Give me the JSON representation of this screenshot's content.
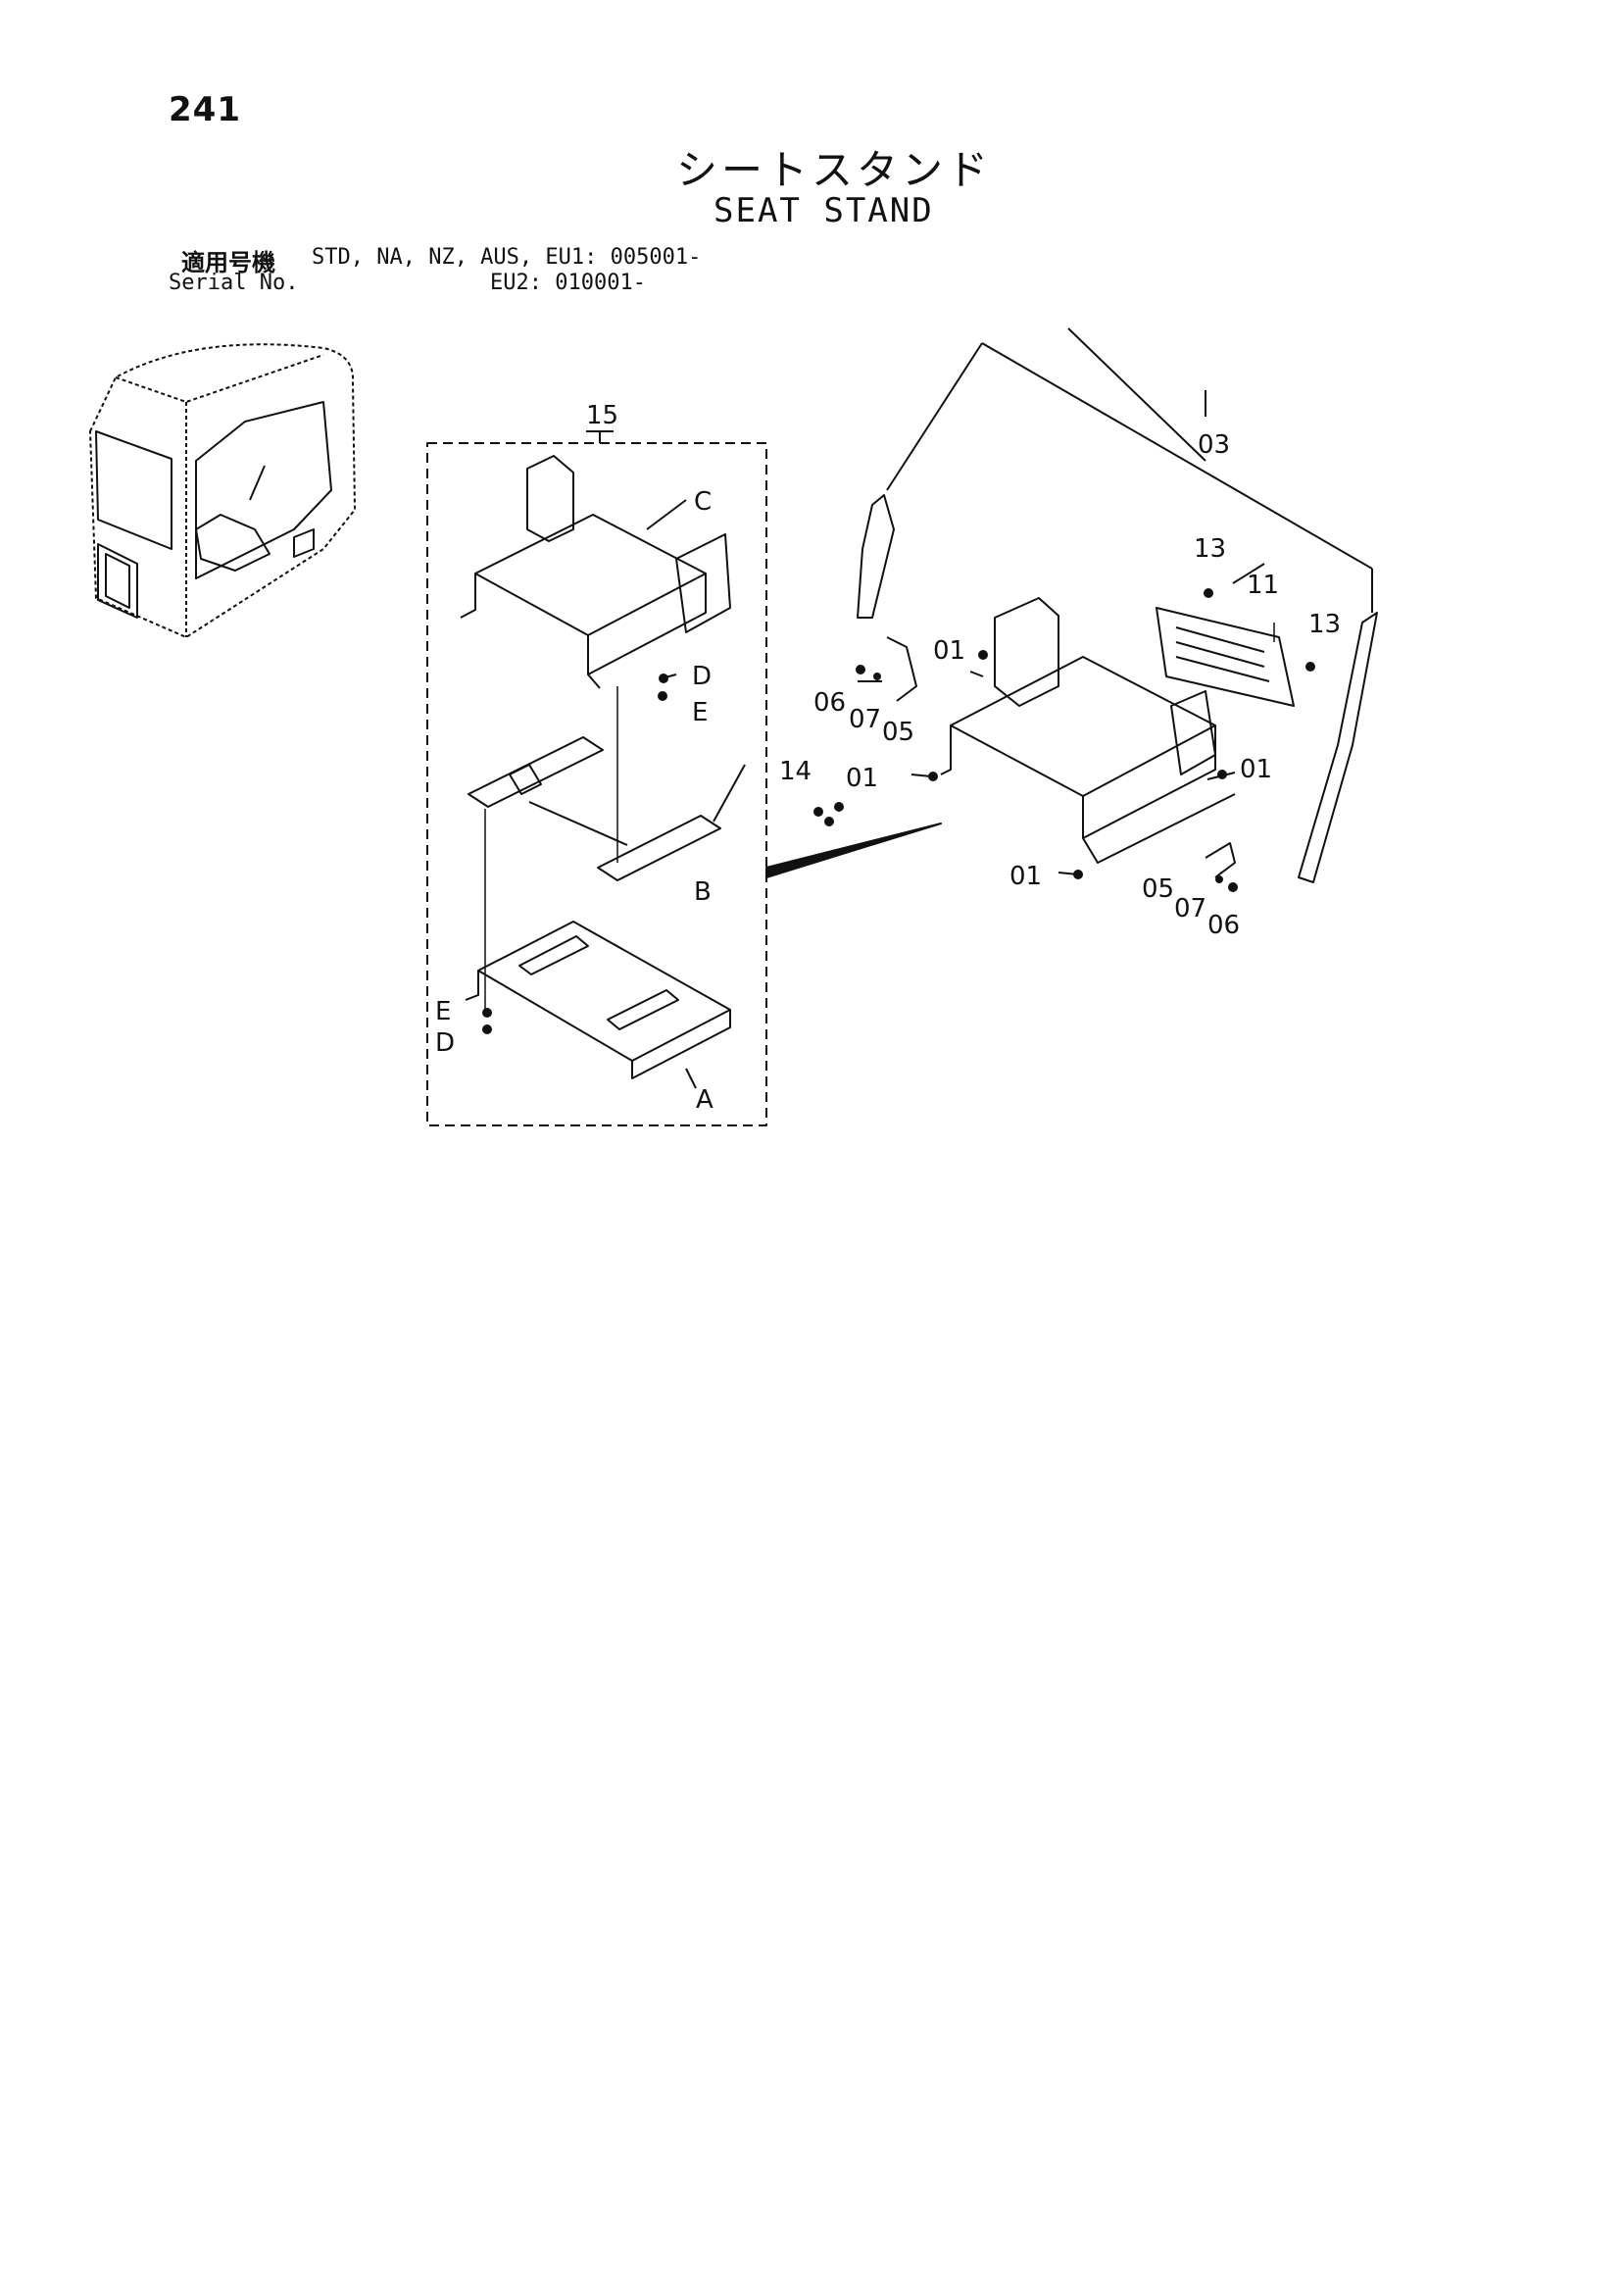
{
  "page_number": "241",
  "title_jp": "シートスタンド",
  "title_en": "SEAT STAND",
  "serial": {
    "label_jp": "適用号機",
    "label_en": "Serial No.",
    "models": "STD, NA, NZ, AUS, EU1: 005001-",
    "eu2": "EU2: 010001-"
  },
  "labels": {
    "l15": "15",
    "lC": "C",
    "lD1": "D",
    "lE1": "E",
    "lB": "B",
    "lE2": "E",
    "lD2": "D",
    "lA": "A",
    "l03": "03",
    "l13a": "13",
    "l11": "11",
    "l13b": "13",
    "l01a": "01",
    "l06a": "06",
    "l07a": "07",
    "l05a": "05",
    "l14": "14",
    "l01b": "01",
    "l01c": "01",
    "l01d": "01",
    "l05b": "05",
    "l07b": "07",
    "l06b": "06"
  }
}
